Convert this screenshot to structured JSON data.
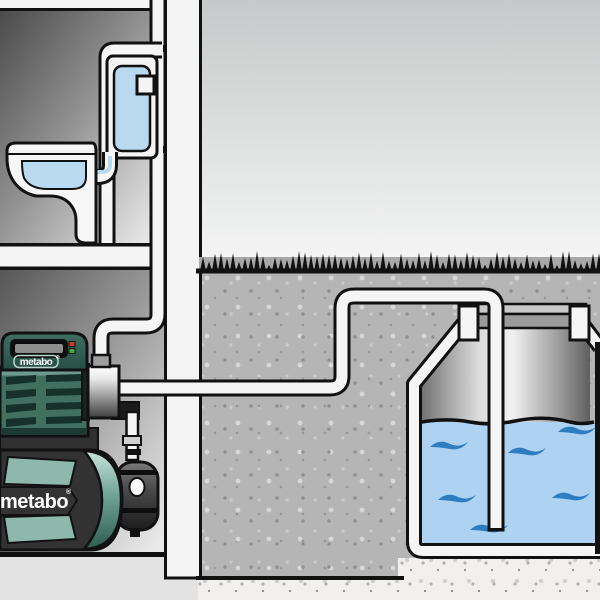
{
  "labels": {
    "pump_housing_brand": "metabo",
    "pressure_tank_brand": "metabo",
    "registered_mark": "®"
  },
  "indicators": {
    "power_led": "red",
    "status_led": "green"
  },
  "palette": {
    "sky-top": "#c6c9c9",
    "sky-bottom": "#f6f6f6",
    "ground": "#b5b5b5",
    "subsoil": "#f1f0ed",
    "outline": "#111111",
    "pipe-white": "#f5f5f5",
    "water-light": "#b8d9f0",
    "water-tank": "#aed3f2",
    "wave-blue": "#2e7dc1",
    "pump-green-dark": "#2d574b",
    "pump-green": "#41705f",
    "pump-fin": "#16312b",
    "pump-teal-light": "#8fb8ac",
    "charcoal": "#323232",
    "lid-gray": "#9b9b9b",
    "led-red": "#d03a2a",
    "led-green": "#3fae3b",
    "label-white": "#ffffff"
  }
}
